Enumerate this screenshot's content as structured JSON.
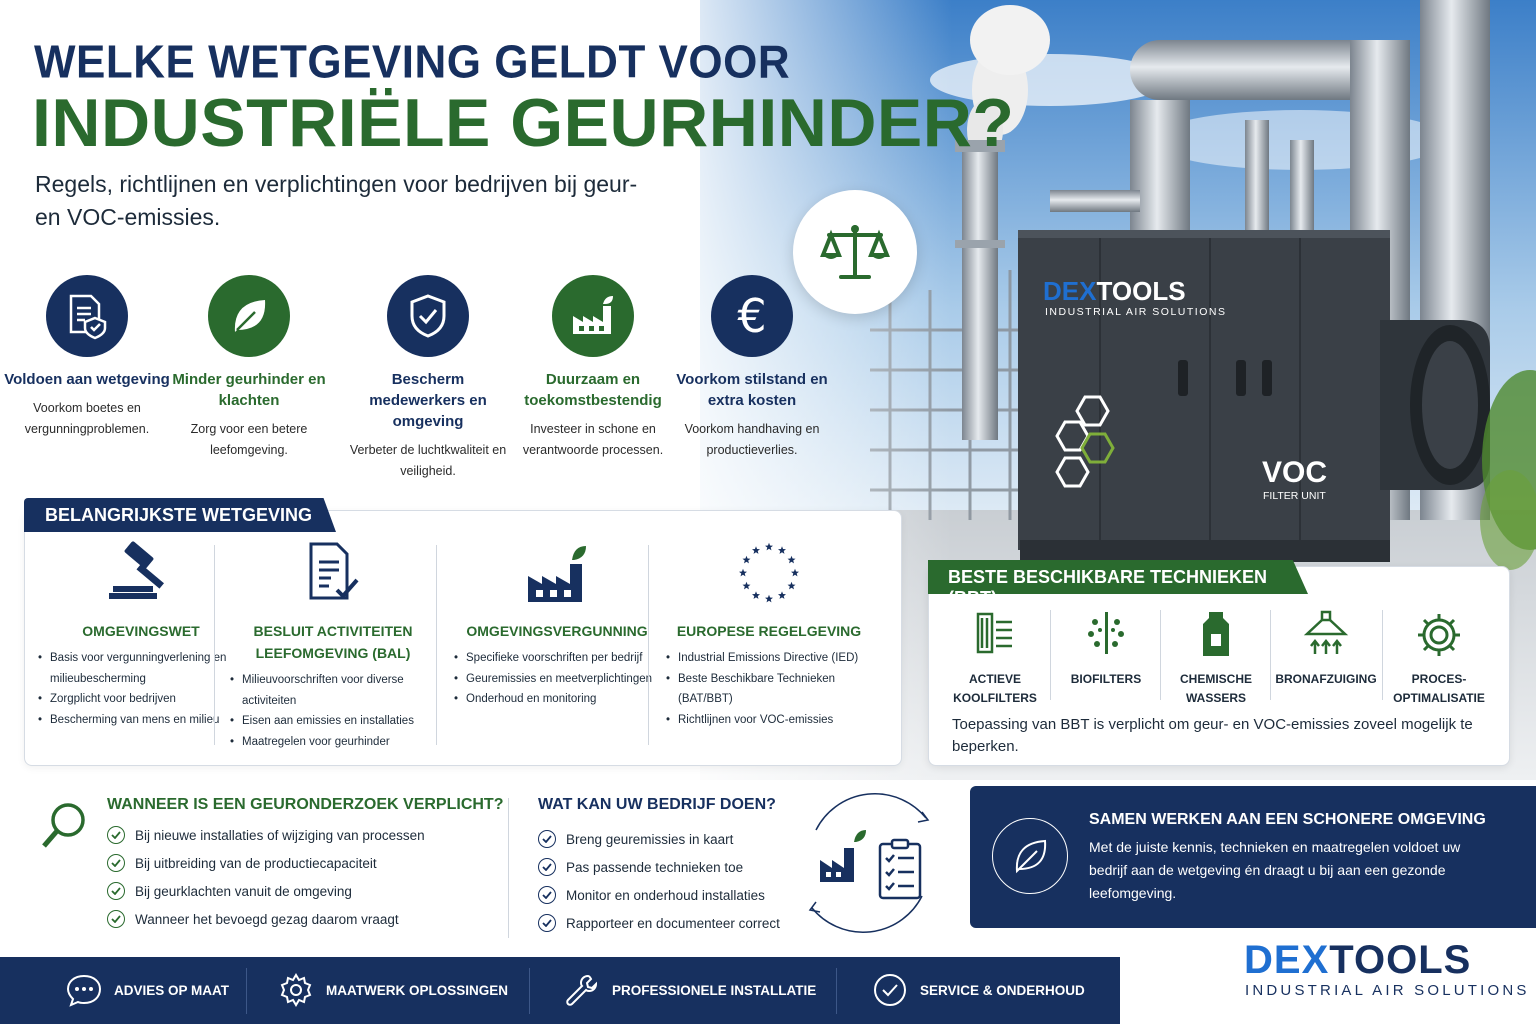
{
  "title": {
    "line1": "WELKE WETGEVING GELDT VOOR",
    "line2": "INDUSTRIËLE GEURHINDER?",
    "subtitle": "Regels, richtlijnen en verplichtingen voor bedrijven bij geur- en VOC-emissies."
  },
  "benefits": [
    {
      "title": "Voldoen aan wetgeving",
      "desc": "Voorkom boetes en vergunningproblemen.",
      "icon": "document-shield-icon",
      "color": "#17305f"
    },
    {
      "title": "Minder geurhinder en klachten",
      "desc": "Zorg voor een betere leefomgeving.",
      "icon": "leaf-icon",
      "color": "#2a6a2e"
    },
    {
      "title": "Bescherm medewerkers en omgeving",
      "desc": "Verbeter de luchtkwaliteit en veiligheid.",
      "icon": "shield-check-icon",
      "color": "#17305f"
    },
    {
      "title": "Duurzaam en toekomstbestendig",
      "desc": "Investeer in schone en verantwoorde processen.",
      "icon": "factory-leaf-icon",
      "color": "#2a6a2e"
    },
    {
      "title": "Voorkom stilstand en extra kosten",
      "desc": "Voorkom handhaving en productieverlies.",
      "icon": "euro-icon",
      "color": "#17305f"
    }
  ],
  "machine": {
    "brand_dex": "DEX",
    "brand_tools": "TOOLS",
    "brand_sub": "INDUSTRIAL AIR SOLUTIONS",
    "voc": "VOC",
    "voc_sub": "FILTER UNIT"
  },
  "legislation": {
    "heading": "BELANGRIJKSTE WETGEVING",
    "items": [
      {
        "title": "OMGEVINGSWET",
        "icon": "gavel-icon",
        "bullets": [
          "Basis voor vergunningverlening en milieubescherming",
          "Zorgplicht voor bedrijven",
          "Bescherming van mens en milieu"
        ]
      },
      {
        "title": "BESLUIT ACTIVITEITEN LEEFOMGEVING (BAL)",
        "icon": "document-check-icon",
        "bullets": [
          "Milieuvoorschriften voor diverse activiteiten",
          "Eisen aan emissies en installaties",
          "Maatregelen voor geurhinder"
        ]
      },
      {
        "title": "OMGEVINGSVERGUNNING",
        "icon": "factory-icon",
        "bullets": [
          "Specifieke voorschriften per bedrijf",
          "Geuremissies en meetverplichtingen",
          "Onderhoud en monitoring"
        ]
      },
      {
        "title": "EUROPESE REGELGEVING",
        "icon": "eu-stars-icon",
        "bullets": [
          "Industrial Emissions Directive (IED)",
          "Beste Beschikbare Technieken (BAT/BBT)",
          "Richtlijnen voor VOC-emissies"
        ]
      }
    ]
  },
  "bbt": {
    "heading": "BESTE BESCHIKBARE TECHNIEKEN (BBT)",
    "items": [
      {
        "label": "ACTIEVE KOOLFILTERS",
        "icon": "carbon-filter-icon"
      },
      {
        "label": "BIOFILTERS",
        "icon": "biofilter-icon"
      },
      {
        "label": "CHEMISCHE WASSERS",
        "icon": "chemical-scrubber-icon"
      },
      {
        "label": "BRONAFZUIGING",
        "icon": "extraction-hood-icon"
      },
      {
        "label": "PROCES-OPTIMALISATIE",
        "icon": "gear-icon"
      }
    ],
    "note": "Toepassing van BBT is verplicht om geur- en VOC-emissies zoveel mogelijk te beperken."
  },
  "onderzoek": {
    "heading": "WANNEER IS EEN GEURONDERZOEK VERPLICHT?",
    "items": [
      "Bij nieuwe installaties of wijziging van processen",
      "Bij uitbreiding van de productiecapaciteit",
      "Bij geurklachten vanuit de omgeving",
      "Wanneer het bevoegd gezag daarom vraagt"
    ]
  },
  "acties": {
    "heading": "WAT KAN UW BEDRIJF DOEN?",
    "items": [
      "Breng geuremissies in kaart",
      "Pas passende technieken toe",
      "Monitor en onderhoud installaties",
      "Rapporteer en documenteer correct"
    ]
  },
  "samen": {
    "heading": "SAMEN WERKEN AAN EEN SCHONERE OMGEVING",
    "text": "Met de juiste kennis, technieken en maatregelen voldoet uw bedrijf aan de wetgeving én draagt u bij aan een gezonde leefomgeving."
  },
  "footer": {
    "items": [
      {
        "label": "ADVIES OP MAAT",
        "icon": "chat-icon"
      },
      {
        "label": "MAATWERK OPLOSSINGEN",
        "icon": "gear-icon"
      },
      {
        "label": "PROFESSIONELE INSTALLATIE",
        "icon": "wrench-icon"
      },
      {
        "label": "SERVICE & ONDERHOUD",
        "icon": "check-circle-icon"
      }
    ]
  },
  "brand": {
    "dex": "DEX",
    "tools": "TOOLS",
    "sub": "INDUSTRIAL AIR SOLUTIONS"
  },
  "colors": {
    "navy": "#17305f",
    "green": "#2a6a2e",
    "brand_blue": "#1f6fd1"
  }
}
